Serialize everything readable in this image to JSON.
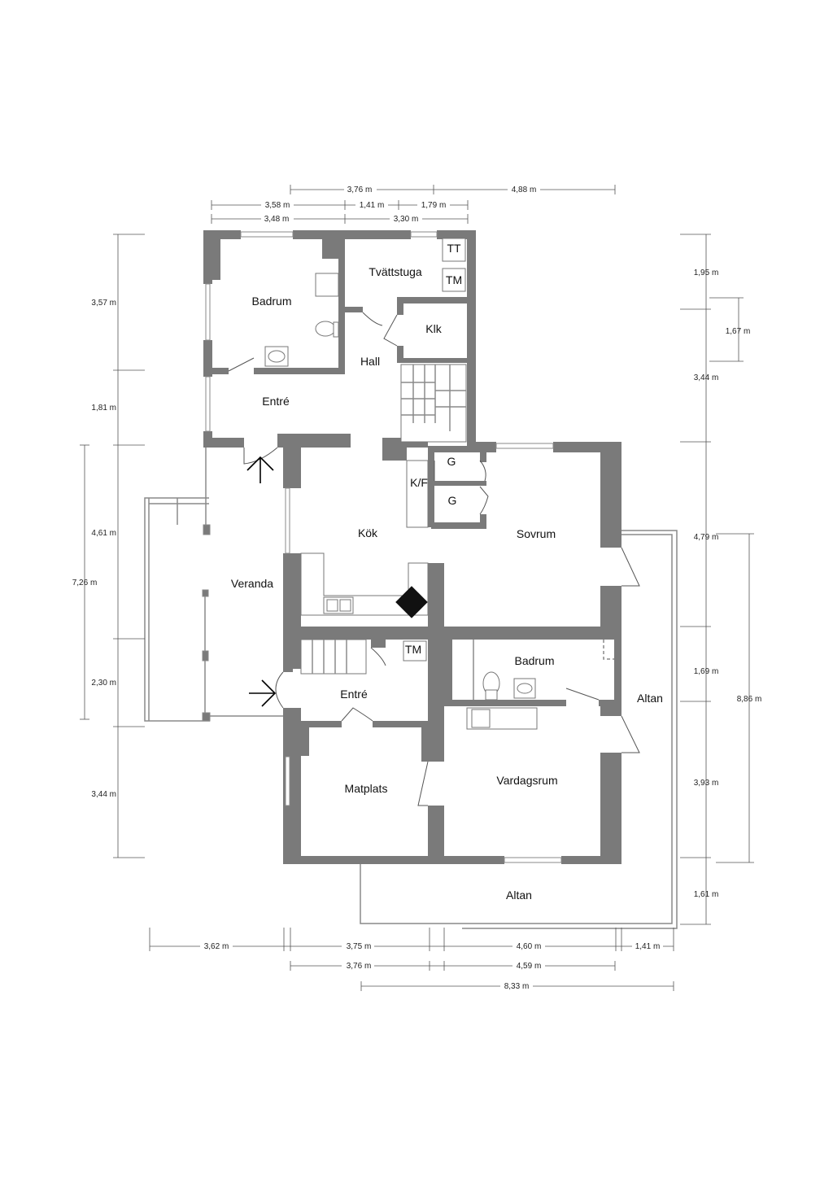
{
  "rooms": {
    "badrum_upper": "Badrum",
    "tvattstuga": "Tvättstuga",
    "tt": "TT",
    "tm_upper": "TM",
    "klk": "Klk",
    "hall": "Hall",
    "entre_upper": "Entré",
    "kok": "Kök",
    "kf": "K/F",
    "g1": "G",
    "g2": "G",
    "sovrum": "Sovrum",
    "veranda": "Veranda",
    "tm_lower": "TM",
    "entre_lower": "Entré",
    "badrum_lower": "Badrum",
    "altan_right": "Altan",
    "matplats": "Matplats",
    "vardagsrum": "Vardagsrum",
    "altan_bottom": "Altan"
  },
  "dimensions": {
    "top": [
      "3,76 m",
      "4,88 m",
      "3,58 m",
      "1,41 m",
      "1,79 m",
      "3,48 m",
      "3,30 m"
    ],
    "left": [
      "3,57 m",
      "1,81 m",
      "4,61 m",
      "7,26 m",
      "2,30 m",
      "3,44 m"
    ],
    "right": [
      "1,95 m",
      "1,67 m",
      "3,44 m",
      "4,79 m",
      "1,69 m",
      "8,86 m",
      "3,93 m",
      "1,61 m"
    ],
    "bottom": [
      "3,62 m",
      "3,75 m",
      "4,60 m",
      "1,41 m",
      "3,76 m",
      "4,59 m",
      "8,33 m"
    ]
  }
}
